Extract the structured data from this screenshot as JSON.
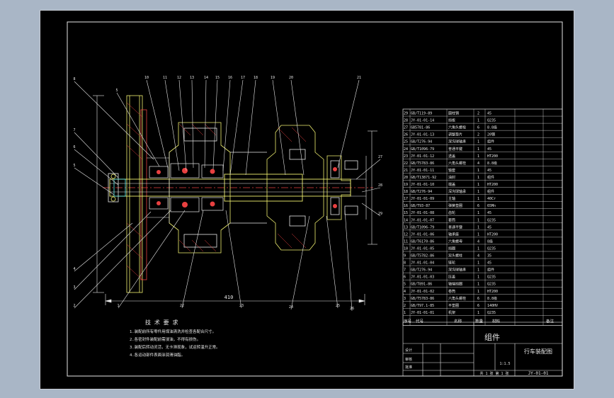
{
  "notes": {
    "title": "技 术 要 求",
    "lines": [
      "1.装配前所有零件用煤油清洗并检查各配合尺寸。",
      "2.各密封件装配前需浸油，不得有损伤。",
      "3.装配后转动灵活，无卡滞现象，试运转温升正常。",
      "4.各运动部件表面涂润滑油脂。"
    ]
  },
  "balloons": [
    "8",
    "5",
    "10",
    "11",
    "12",
    "13",
    "14",
    "15",
    "16",
    "17",
    "18",
    "19",
    "20",
    "21",
    "7",
    "6",
    "5",
    "4",
    "3",
    "2",
    "1",
    "22",
    "23",
    "24",
    "25",
    "26",
    "27",
    "28",
    "29"
  ],
  "dimensions": {
    "overall_length": "410"
  },
  "bom_rows": [
    [
      "29",
      "GB/T119-89",
      "圆柱销",
      "2",
      "45",
      ""
    ],
    [
      "28",
      "JY-01-01-14",
      "挡板",
      "1",
      "Q235",
      ""
    ],
    [
      "27",
      "GB5781-86",
      "六角头螺栓",
      "6",
      "8.8级",
      ""
    ],
    [
      "26",
      "JY-01-01-13",
      "调整垫片",
      "2",
      "20钢",
      ""
    ],
    [
      "25",
      "GB/T276-94",
      "深沟球轴承",
      "1",
      "组件",
      ""
    ],
    [
      "24",
      "GB/T1096-79",
      "普通平键",
      "1",
      "45",
      ""
    ],
    [
      "23",
      "JY-01-01-12",
      "透盖",
      "1",
      "HT200",
      ""
    ],
    [
      "22",
      "GB/T5783-86",
      "六角头螺栓",
      "4",
      "8.8级",
      ""
    ],
    [
      "21",
      "JY-01-01-11",
      "轴套",
      "1",
      "45",
      ""
    ],
    [
      "20",
      "GB/T13871-92",
      "油封",
      "1",
      "组件",
      ""
    ],
    [
      "19",
      "JY-01-01-10",
      "端盖",
      "1",
      "HT200",
      ""
    ],
    [
      "18",
      "GB/T276-94",
      "深沟球轴承",
      "1",
      "组件",
      ""
    ],
    [
      "17",
      "JY-01-01-09",
      "主轴",
      "1",
      "40Cr",
      ""
    ],
    [
      "16",
      "GB/T93-87",
      "弹簧垫圈",
      "6",
      "65Mn",
      ""
    ],
    [
      "15",
      "JY-01-01-08",
      "齿轮",
      "1",
      "45",
      ""
    ],
    [
      "14",
      "JY-01-01-07",
      "套筒",
      "1",
      "Q235",
      ""
    ],
    [
      "13",
      "GB/T1096-79",
      "普通平键",
      "1",
      "45",
      ""
    ],
    [
      "12",
      "JY-01-01-06",
      "轴承座",
      "1",
      "HT200",
      ""
    ],
    [
      "11",
      "GB/T6170-86",
      "六角螺母",
      "4",
      "8级",
      ""
    ],
    [
      "10",
      "JY-01-01-05",
      "挡圈",
      "1",
      "Q235",
      ""
    ],
    [
      "9",
      "GB/T5782-86",
      "双头螺柱",
      "4",
      "35",
      ""
    ],
    [
      "8",
      "JY-01-01-04",
      "链轮",
      "1",
      "45",
      ""
    ],
    [
      "7",
      "GB/T276-94",
      "深沟球轴承",
      "1",
      "组件",
      ""
    ],
    [
      "6",
      "JY-01-01-03",
      "压盖",
      "1",
      "Q235",
      ""
    ],
    [
      "5",
      "GB/T891-86",
      "轴端挡圈",
      "1",
      "Q235",
      ""
    ],
    [
      "4",
      "JY-01-01-02",
      "卷筒",
      "1",
      "HT200",
      ""
    ],
    [
      "3",
      "GB/T5783-86",
      "六角头螺栓",
      "6",
      "8.8级",
      ""
    ],
    [
      "2",
      "GB/T97.1-85",
      "平垫圈",
      "6",
      "140HV",
      ""
    ],
    [
      "1",
      "JY-01-01-01",
      "机架",
      "1",
      "Q235",
      ""
    ]
  ],
  "bom_header": [
    "序号",
    "代号",
    "名称",
    "数量",
    "材料",
    "备注"
  ],
  "title_block": {
    "name": "组件",
    "drawing_title": "行车装配图",
    "drawing_no": "JY-01-01",
    "scale": "1:1.5",
    "sheet": "共 1 张  第 1 张",
    "design": "设计",
    "check": "审核",
    "approve": "批准"
  }
}
